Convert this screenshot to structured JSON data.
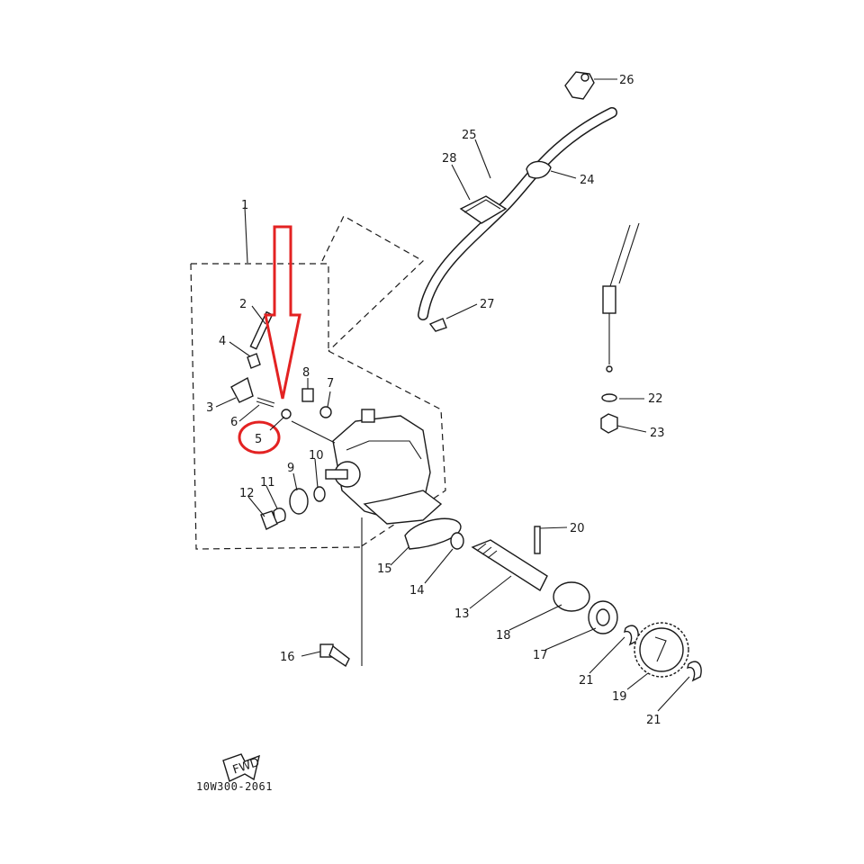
{
  "diagram": {
    "drawing_code": "10W300-2061",
    "fwd_label": "FWD",
    "highlight_color": "#e32222",
    "highlighted_part": "5",
    "parts": [
      {
        "id": "1",
        "label": "1"
      },
      {
        "id": "2",
        "label": "2"
      },
      {
        "id": "3",
        "label": "3"
      },
      {
        "id": "4",
        "label": "4"
      },
      {
        "id": "5",
        "label": "5"
      },
      {
        "id": "6",
        "label": "6"
      },
      {
        "id": "7",
        "label": "7"
      },
      {
        "id": "8",
        "label": "8"
      },
      {
        "id": "9",
        "label": "9"
      },
      {
        "id": "10",
        "label": "10"
      },
      {
        "id": "11",
        "label": "11"
      },
      {
        "id": "12",
        "label": "12"
      },
      {
        "id": "13",
        "label": "13"
      },
      {
        "id": "14",
        "label": "14"
      },
      {
        "id": "15",
        "label": "15"
      },
      {
        "id": "16",
        "label": "16"
      },
      {
        "id": "17",
        "label": "17"
      },
      {
        "id": "18",
        "label": "18"
      },
      {
        "id": "19",
        "label": "19"
      },
      {
        "id": "20",
        "label": "20"
      },
      {
        "id": "21a",
        "label": "21"
      },
      {
        "id": "21b",
        "label": "21"
      },
      {
        "id": "22",
        "label": "22"
      },
      {
        "id": "23",
        "label": "23"
      },
      {
        "id": "24",
        "label": "24"
      },
      {
        "id": "25",
        "label": "25"
      },
      {
        "id": "26",
        "label": "26"
      },
      {
        "id": "27",
        "label": "27"
      },
      {
        "id": "28",
        "label": "28"
      }
    ]
  }
}
